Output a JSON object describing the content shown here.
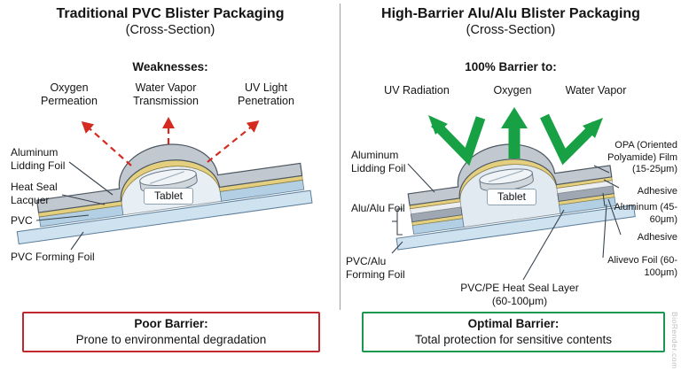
{
  "left": {
    "title": "Traditional PVC Blister Packaging",
    "subtitle": "(Cross-Section)",
    "heading": "Weaknesses:",
    "threats": [
      "Oxygen Permeation",
      "Water Vapor Transmission",
      "UV Light Penetration"
    ],
    "layers": [
      "Aluminum Lidding Foil",
      "Heat Seal Lacquer",
      "PVC",
      "PVC Forming Foil"
    ],
    "tablet": "Tablet",
    "verdict_title": "Poor Barrier:",
    "verdict_text": "Prone to environmental degradation",
    "accent_color": "#c1272d",
    "arrow_color": "#d42a20"
  },
  "right": {
    "title": "High-Barrier Alu/Alu Blister Packaging",
    "subtitle": "(Cross-Section)",
    "heading": "100% Barrier to:",
    "threats": [
      "UV Radiation",
      "Oxygen",
      "Water Vapor"
    ],
    "layers_left": [
      "Aluminum Lidding Foil",
      "Alu/Alu Foil",
      "PVC/Alu Forming Foil"
    ],
    "layers_right": [
      "OPA (Oriented Polyamide) Film (15-25μm)",
      "Adhesive",
      "Aluminum (45-60μm)",
      "Adhesive",
      "Alivevo Foil (60-100μm)"
    ],
    "bottom_layer": "PVC/PE Heat Seal Layer (60-100μm)",
    "tablet": "Tablet",
    "verdict_title": "Optimal Barrier:",
    "verdict_text": "Total protection for sensitive contents",
    "accent_color": "#1a9850",
    "arrow_color": "#17a144"
  },
  "watermark": "BioRender.com"
}
